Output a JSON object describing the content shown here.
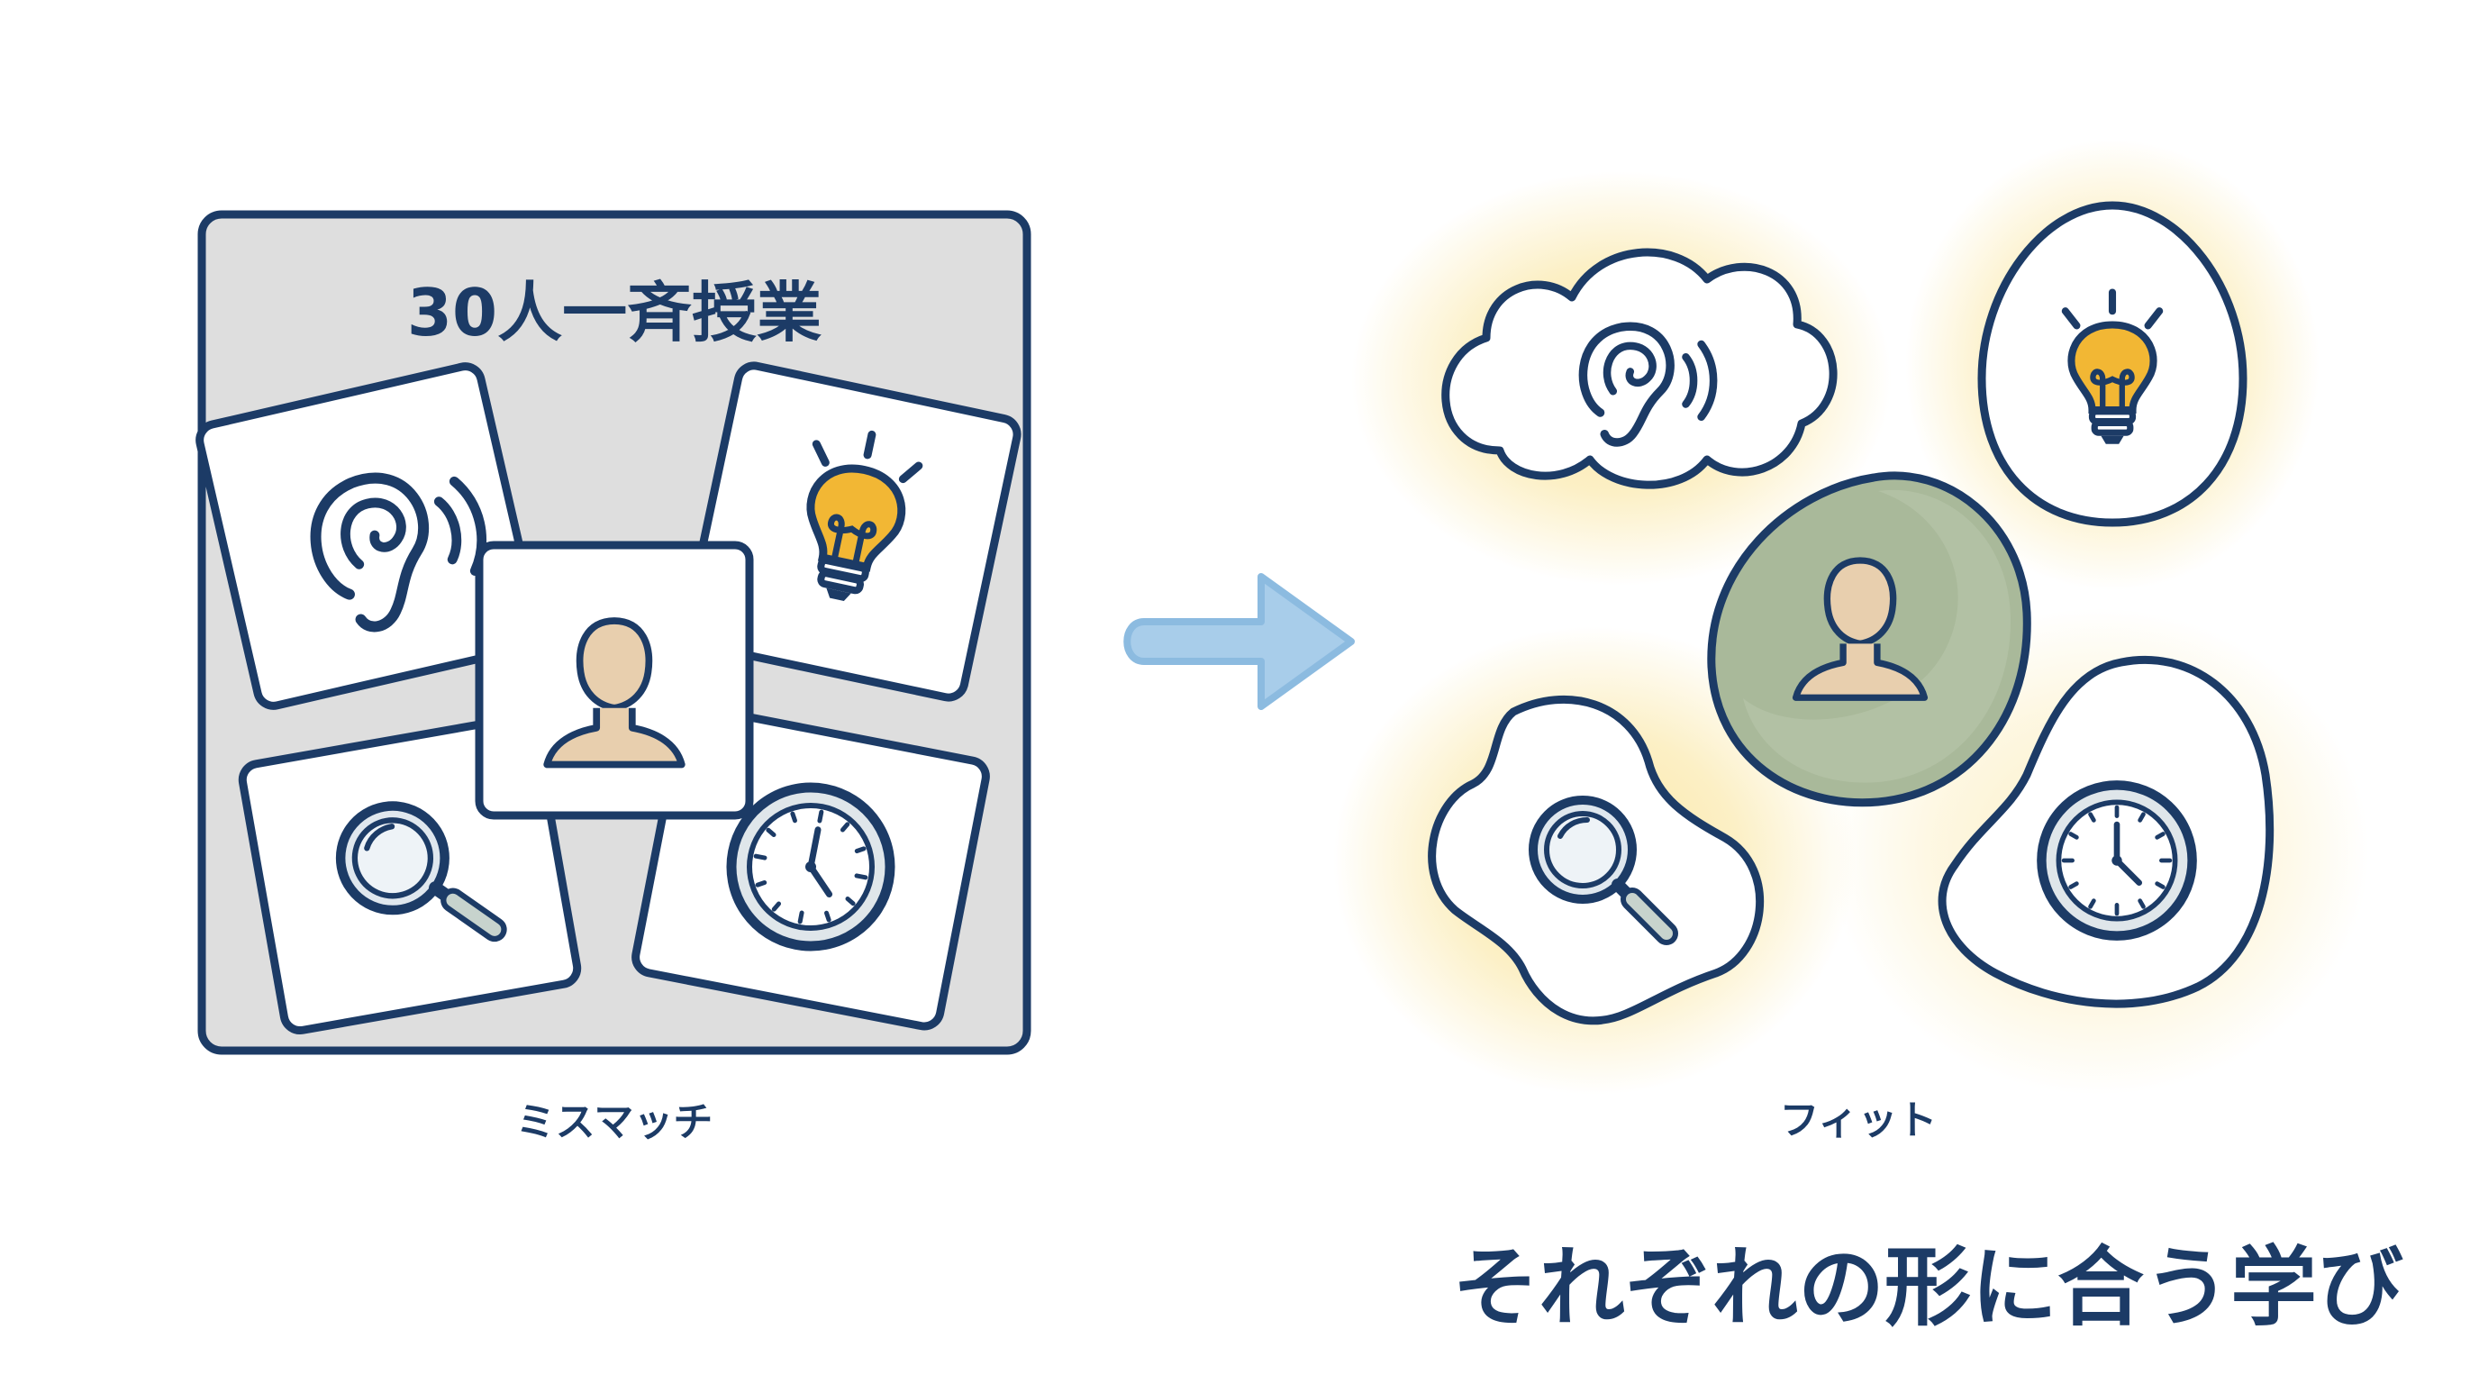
{
  "left": {
    "title": "30人一斉授業",
    "caption": "ミスマッチ"
  },
  "right": {
    "caption": "フィット",
    "headline": "それぞれの形に合う学び"
  },
  "icons": {
    "ear": "ear-icon",
    "bulb": "lightbulb-icon",
    "person": "person-icon",
    "search": "magnifier-icon",
    "clock": "clock-icon",
    "arrow": "arrow-right-icon"
  },
  "colors": {
    "ink": "#1c3b66",
    "panel": "#dedede",
    "card": "#ffffff",
    "arrow": "#a8cdea",
    "glow": "#f6d35a",
    "bulb": "#f2b734",
    "person": "#e8cfae",
    "personBg": "#a9b99a"
  }
}
